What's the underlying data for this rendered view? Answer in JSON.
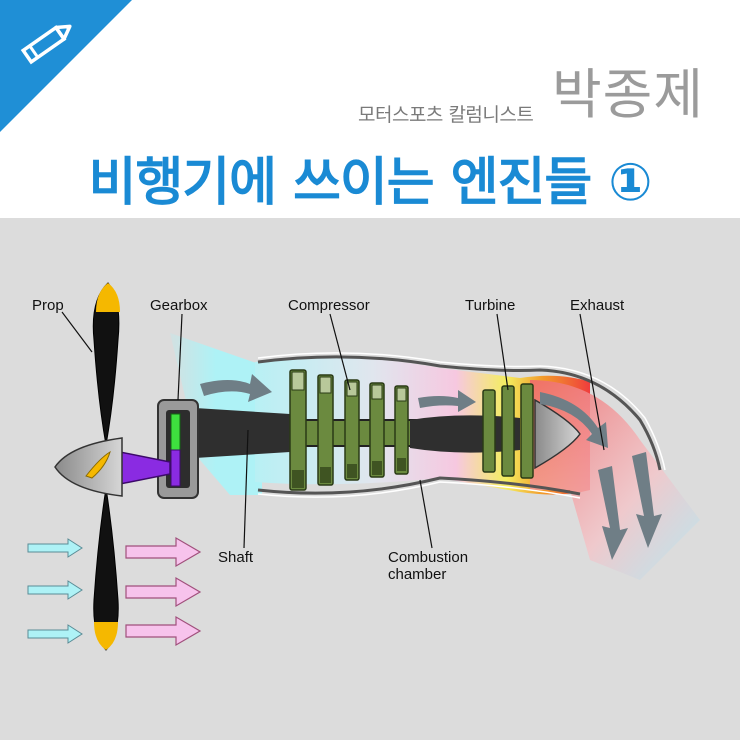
{
  "header": {
    "author_subtitle": "모터스포츠 칼럼니스트",
    "author_name": "박종제",
    "title": "비행기에 쓰이는 엔진들 ①"
  },
  "labels": {
    "prop": "Prop",
    "gearbox": "Gearbox",
    "compressor": "Compressor",
    "turbine": "Turbine",
    "exhaust": "Exhaust",
    "shaft": "Shaft",
    "combustion_line1": "Combustion",
    "combustion_line2": "chamber"
  },
  "colors": {
    "accent_blue": "#1a8ad4",
    "badge_blue": "#1f8fd6",
    "compressor_green": "#6b8a3f",
    "turbine_yellow": "#f2e64a",
    "exhaust_red": "#ee3b3b",
    "gearbox_green": "#3ee03e",
    "gearbox_purple": "#8a2be2",
    "prop_tip_yellow": "#f5b800",
    "airflow_cyan": "#aef2f6",
    "thrust_pink": "#f7c3ec"
  },
  "icons": {
    "badge": "pencil-icon"
  }
}
